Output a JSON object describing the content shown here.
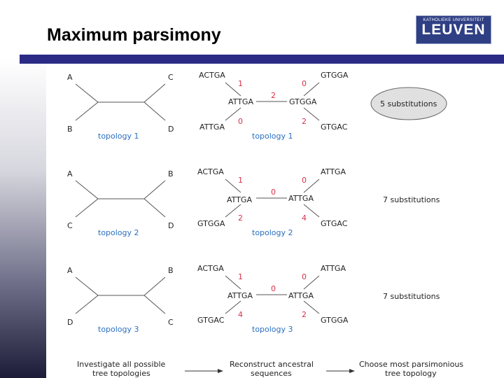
{
  "slide": {
    "title": "Maximum parsimony",
    "logo": {
      "line1": "KATHOLIEKE UNIVERSITEIT",
      "line2": "LEUVEN"
    }
  },
  "colors": {
    "header_bar": "#2b2b86",
    "topology_label": "#2a6fc0",
    "substitution_count": "#d8324a",
    "logo_bg": "#2f3f84"
  },
  "rows": [
    {
      "tree": {
        "top_left": "A",
        "top_right": "C",
        "bottom_left": "B",
        "bottom_right": "D",
        "label": "topology 1"
      },
      "recon": {
        "top_left": "ACTGA",
        "top_right": "GTGGA",
        "bottom_left": "ATTGA",
        "bottom_right": "GTGAC",
        "inner_left": "ATTGA",
        "inner_right": "GTGGA",
        "count_top_left": "1",
        "count_top_right": "0",
        "count_middle": "2",
        "count_bottom_left": "0",
        "count_bottom_right": "2",
        "label": "topology 1"
      },
      "result": "5 substitutions",
      "highlighted": true
    },
    {
      "tree": {
        "top_left": "A",
        "top_right": "B",
        "bottom_left": "C",
        "bottom_right": "D",
        "label": "topology 2"
      },
      "recon": {
        "top_left": "ACTGA",
        "top_right": "ATTGA",
        "bottom_left": "GTGGA",
        "bottom_right": "GTGAC",
        "inner_left": "ATTGA",
        "inner_right": "ATTGA",
        "count_top_left": "1",
        "count_top_right": "0",
        "count_middle": "0",
        "count_bottom_left": "2",
        "count_bottom_right": "4",
        "label": "topology 2"
      },
      "result": "7 substitutions",
      "highlighted": false
    },
    {
      "tree": {
        "top_left": "A",
        "top_right": "B",
        "bottom_left": "D",
        "bottom_right": "C",
        "label": "topology 3"
      },
      "recon": {
        "top_left": "ACTGA",
        "top_right": "ATTGA",
        "bottom_left": "GTGAC",
        "bottom_right": "GTGGA",
        "inner_left": "ATTGA",
        "inner_right": "ATTGA",
        "count_top_left": "1",
        "count_top_right": "0",
        "count_middle": "0",
        "count_bottom_left": "4",
        "count_bottom_right": "2",
        "label": "topology 3"
      },
      "result": "7 substitutions",
      "highlighted": false
    }
  ],
  "steps": [
    {
      "line1": "Investigate all possible",
      "line2": "tree topologies"
    },
    {
      "line1": "Reconstruct ancestral",
      "line2": "sequences"
    },
    {
      "line1": "Choose most parsimonious",
      "line2": "tree topology"
    }
  ]
}
